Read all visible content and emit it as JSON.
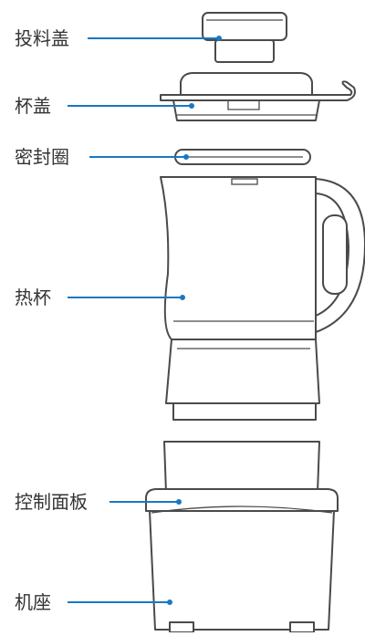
{
  "parts": [
    {
      "id": "feed-cap",
      "label": "投料盖"
    },
    {
      "id": "jug-lid",
      "label": "杯盖"
    },
    {
      "id": "seal-ring",
      "label": "密封圈"
    },
    {
      "id": "heating-jug",
      "label": "热杯"
    },
    {
      "id": "control-panel",
      "label": "控制面板"
    },
    {
      "id": "base",
      "label": "机座"
    }
  ],
  "colors": {
    "leader": "#1a78c2",
    "outline": "#4a4a4a",
    "text": "#333333"
  }
}
